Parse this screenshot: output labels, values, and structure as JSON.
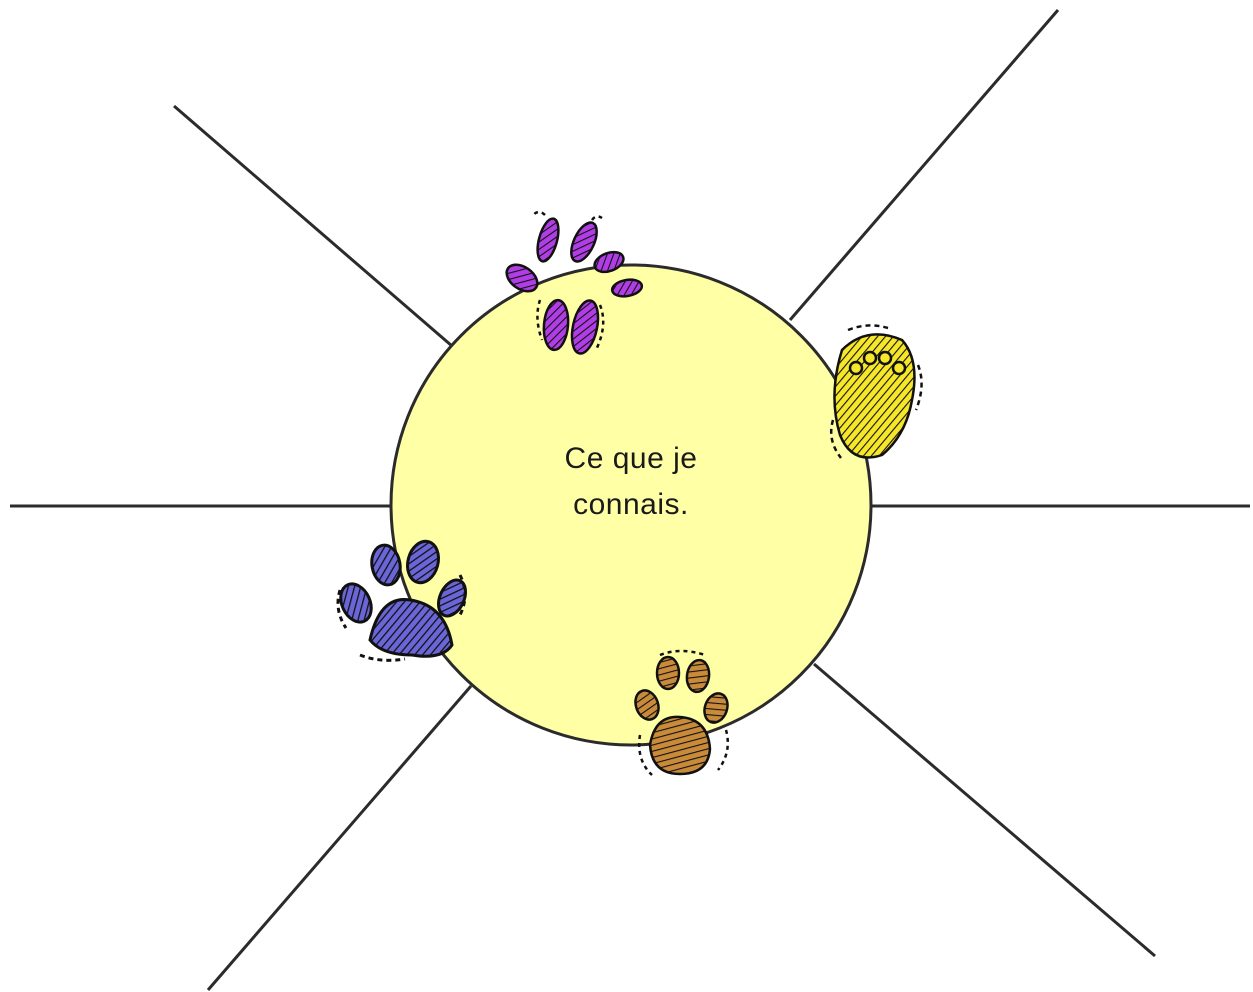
{
  "diagram": {
    "center_text": {
      "line1": "Ce que je",
      "line2": "connais."
    },
    "center_fill": "#ffffa6",
    "line_color": "#2b2b2b",
    "spoke_count": 6,
    "paw_prints": [
      {
        "name": "purple-paw-icon",
        "color": "#b13de6"
      },
      {
        "name": "yellow-paw-icon",
        "color": "#f6e72a"
      },
      {
        "name": "blue-paw-icon",
        "color": "#6a66d8"
      },
      {
        "name": "orange-paw-icon",
        "color": "#c98a3a"
      }
    ]
  }
}
